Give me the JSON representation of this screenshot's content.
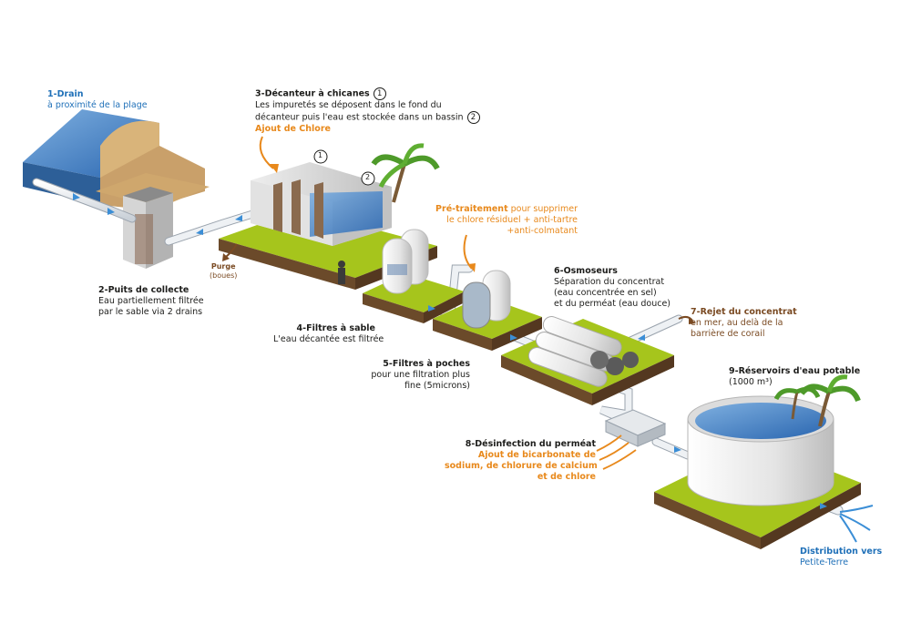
{
  "steps": {
    "s1": {
      "num": "1-",
      "title": "Drain",
      "desc": "à proximité de la plage"
    },
    "s2": {
      "num": "2-",
      "title": "Puits de collecte",
      "desc1": "Eau partiellement filtrée",
      "desc2": "par le sable via 2 drains"
    },
    "s3": {
      "num": "3-",
      "title": "Décanteur à chicanes",
      "desc1": "Les impuretés se déposent dans le fond du",
      "desc2": "décanteur puis l'eau est stockée dans un bassin",
      "ref1": "1",
      "ref2": "2",
      "chlore": "Ajout de Chlore"
    },
    "s4": {
      "num": "4-",
      "title": "Filtres à sable",
      "desc": "L'eau décantée est filtrée"
    },
    "s5": {
      "num": "5-",
      "title": "Filtres à poches",
      "desc1": "pour une filtration plus",
      "desc2": "fine (5microns)"
    },
    "s6": {
      "num": "6-",
      "title": "Osmoseurs",
      "desc1": "Séparation du concentrat",
      "desc2": "(eau concentrée en sel)",
      "desc3": "et du perméat (eau douce)"
    },
    "s7": {
      "num": "7-",
      "title": "Rejet du concentrat",
      "desc1": "en mer, au delà de la",
      "desc2": "barrière de corail"
    },
    "s8": {
      "num": "8-",
      "title": "Désinfection du perméat",
      "desc1": "Ajout de bicarbonate de",
      "desc2": "sodium, de chlorure de calcium",
      "desc3": "et de chlore"
    },
    "s9": {
      "num": "9-",
      "title": "Réservoirs d'eau potable",
      "desc": "(1000 m³)"
    }
  },
  "pretreat": {
    "title": "Pré-traitement",
    "desc1": " pour supprimer",
    "desc2": "le chlore résiduel + anti-tartre",
    "desc3": "+anti-colmatant"
  },
  "purge": {
    "title": "Purge",
    "desc": "(boues)"
  },
  "tank_refs": {
    "r1": "1",
    "r2": "2"
  },
  "distribution": {
    "line1": "Distribution vers",
    "line2": "Petite-Terre"
  },
  "colors": {
    "grass": "#a6c51c",
    "soil": "#6b4a2a",
    "water": "#3d7fc4",
    "pipe": "#e8edf2",
    "arrow": "#3b8ed6",
    "orange": "#e8891c",
    "concrete": "#d9dadb"
  }
}
